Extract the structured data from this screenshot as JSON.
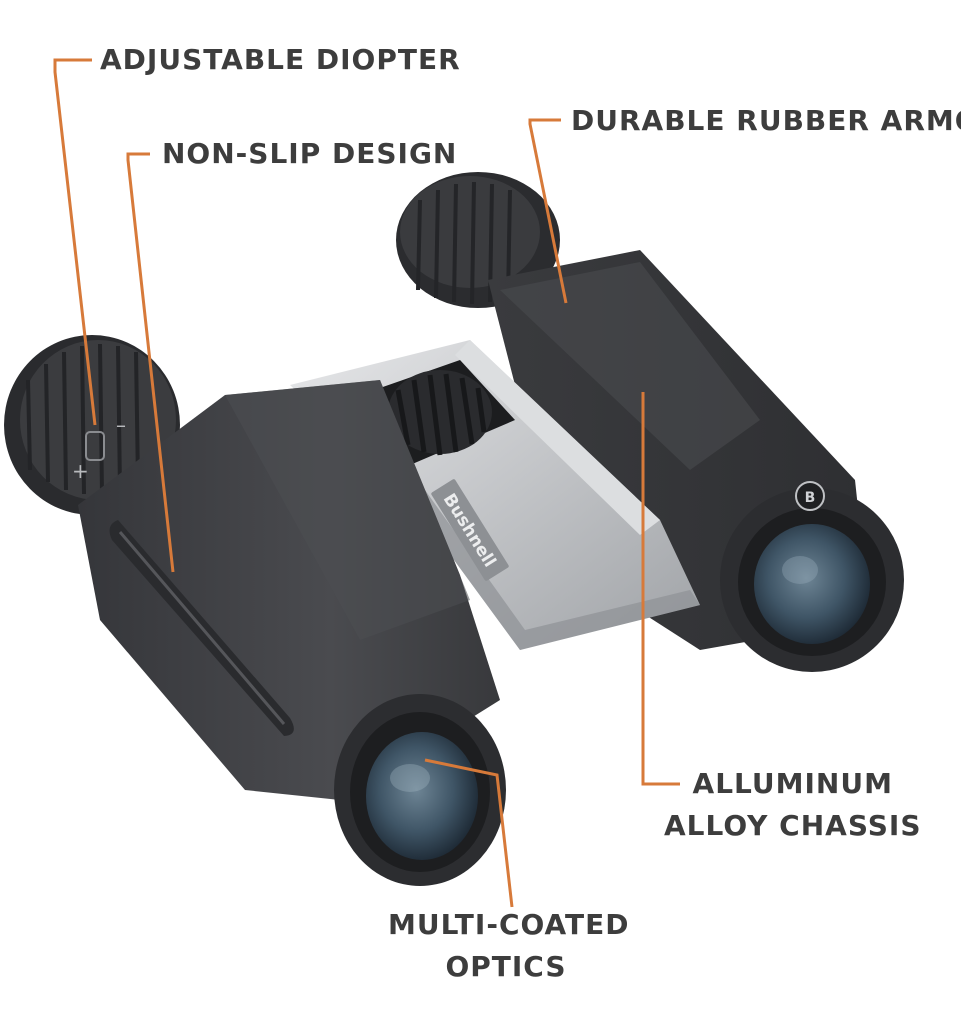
{
  "callouts": {
    "adjustable_diopter": "ADJUSTABLE DIOPTER",
    "non_slip_design": "NON-SLIP DESIGN",
    "durable_rubber_armor": "DURABLE RUBBER ARMOR",
    "alluminum_alloy_chassis": [
      "ALLUMINUM",
      "ALLOY CHASSIS"
    ],
    "multi_coated_optics": [
      "MULTI-COATED",
      "OPTICS"
    ]
  },
  "product": {
    "brand_marking": "Bushnell",
    "emblem_letter": "B",
    "diopter_plus": "+",
    "diopter_minus": "–"
  },
  "colors": {
    "callout_line": "#d77a3a",
    "label_text": "#3d3d3d",
    "body_rubber": "#3f4043",
    "bridge_metal": "#c9cbce"
  }
}
